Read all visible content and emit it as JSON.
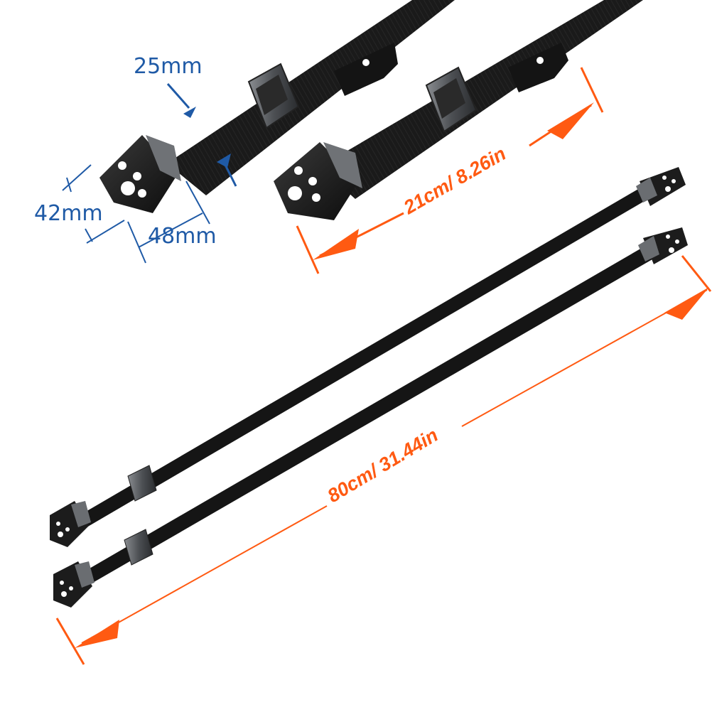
{
  "dimensions": {
    "strap_width": "25mm",
    "bracket_height": "42mm",
    "bracket_width": "48mm",
    "short_length": "21cm/ 8.26in",
    "long_length": "80cm/ 31.44in"
  },
  "colors": {
    "dimension_blue": "#1f5aa6",
    "length_orange": "#ff5a12",
    "strap_black": "#151515",
    "bracket_dark": "#1c1c1c",
    "buckle_grey": "#5c5f63"
  },
  "icons": {
    "arrow": "arrow-icon"
  }
}
